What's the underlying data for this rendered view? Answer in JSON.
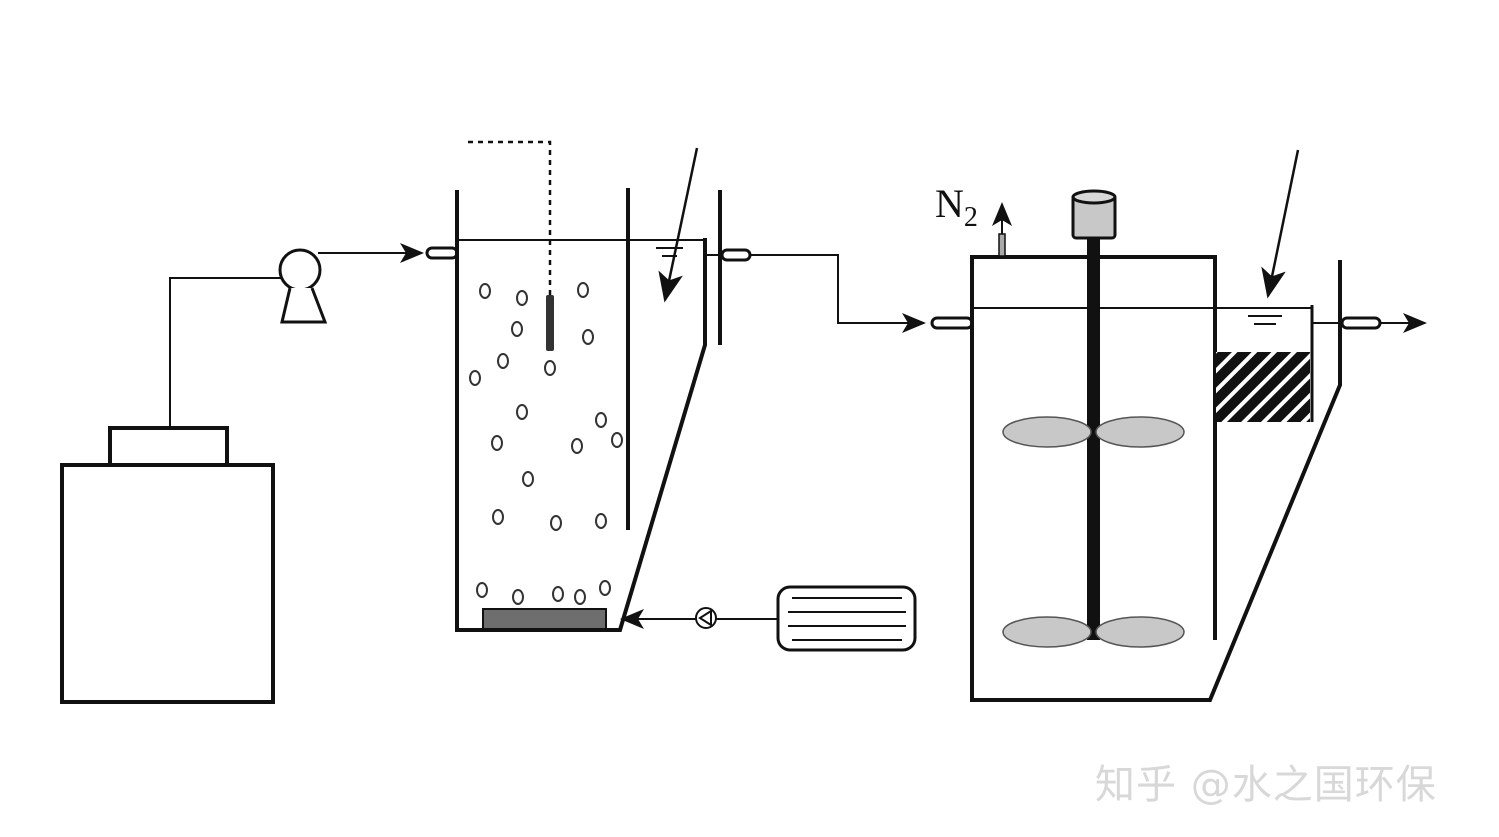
{
  "labels": {
    "gas": "N",
    "gas_subscript": "2"
  },
  "watermark": "知乎 @水之国环保",
  "colors": {
    "line": "#111111",
    "fill_gray": "#c8c8c8",
    "diffuser": "#6e6e6e"
  }
}
